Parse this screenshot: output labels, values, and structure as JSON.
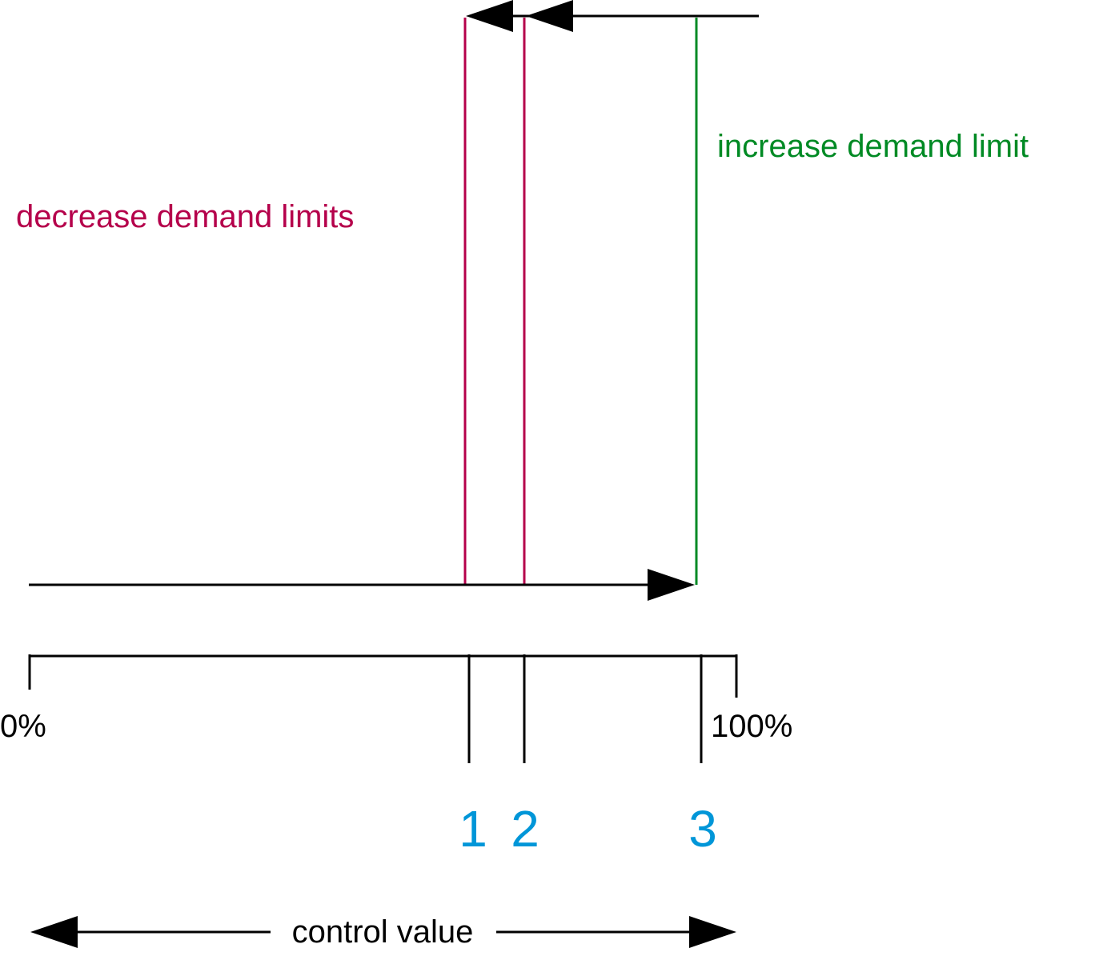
{
  "labels": {
    "decrease": "decrease demand limits",
    "increase": "increase demand limit",
    "scale_min": "0%",
    "scale_max": "100%",
    "markers": [
      "1",
      "2",
      "3"
    ],
    "axis": "control value"
  },
  "colors": {
    "decrease": "#b5004b",
    "increase": "#008a24",
    "marker": "#0096d8",
    "line": "#000000"
  }
}
